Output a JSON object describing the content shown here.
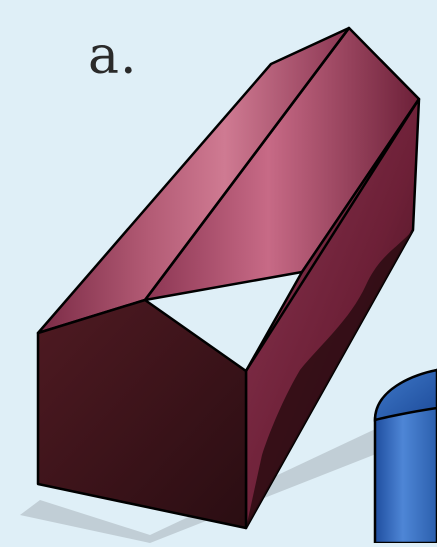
{
  "figure": {
    "label": "a."
  },
  "colors": {
    "background": "#dfeff7",
    "prism_front": "#3a1216",
    "prism_top": "#b4556f",
    "prism_side": "#6a1f35",
    "cylinder": "#2f63b2",
    "outline": "#000000"
  },
  "shapes": {
    "main": "pentagonal-prism",
    "partial": "cylinder"
  }
}
